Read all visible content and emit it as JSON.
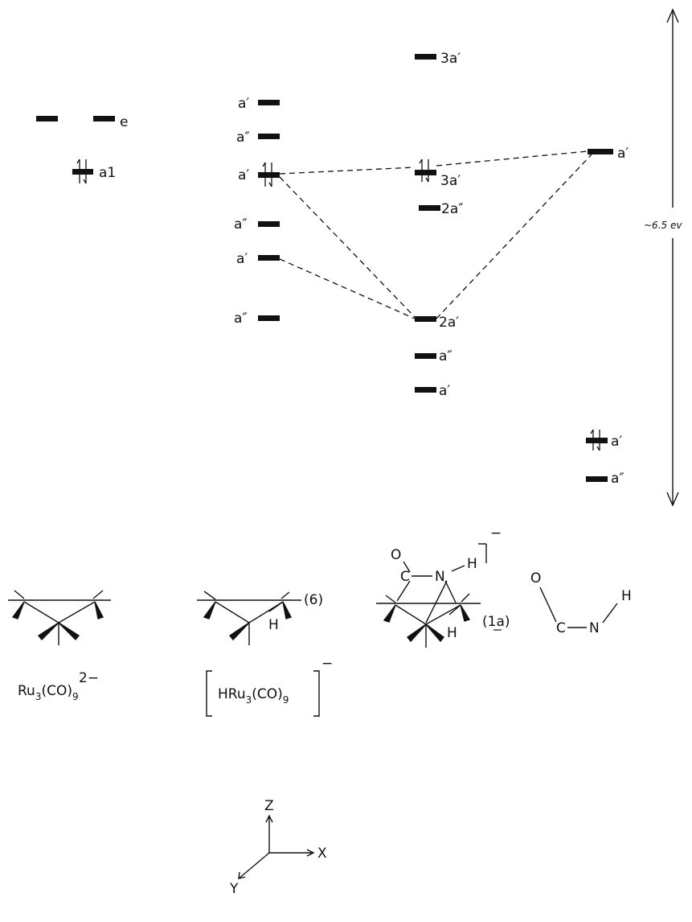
{
  "columns": {
    "ru3": {
      "levels": [
        {
          "label": "e",
          "count": 2
        },
        {
          "label": "a1",
          "occupied": true
        }
      ],
      "molecule": {
        "name_parts": [
          "Ru",
          "3",
          "(CO)",
          "9",
          "2−"
        ]
      }
    },
    "hru3": {
      "levels": [
        {
          "label": "a′"
        },
        {
          "label": "a″"
        },
        {
          "label": "a′",
          "occupied": true
        },
        {
          "label": "a″"
        },
        {
          "label": "a′"
        },
        {
          "label": "a″"
        }
      ],
      "molecule": {
        "name_parts": [
          "HRu",
          "3",
          "(CO)",
          "9",
          "−"
        ],
        "compound_label": "(6)",
        "h_label": "H"
      }
    },
    "complex": {
      "levels": [
        {
          "label": "3a′"
        },
        {
          "label": "3a′",
          "occupied": true
        },
        {
          "label": "2a″"
        },
        {
          "label": "2a′"
        },
        {
          "label": "a″"
        },
        {
          "label": "a′"
        }
      ],
      "molecule": {
        "compound_label": "(1a)",
        "charge": "−",
        "atoms": [
          "O",
          "C",
          "N",
          "H",
          "H"
        ]
      }
    },
    "ligand": {
      "levels": [
        {
          "label": "a′"
        },
        {
          "label": "a′",
          "occupied": true
        },
        {
          "label": "a″"
        }
      ],
      "molecule": {
        "atoms": [
          "O",
          "C",
          "N",
          "H"
        ]
      }
    }
  },
  "energy_scale": {
    "label": "~6.5 ev"
  },
  "axes": {
    "z": "Z",
    "x": "X",
    "y": "Y"
  }
}
